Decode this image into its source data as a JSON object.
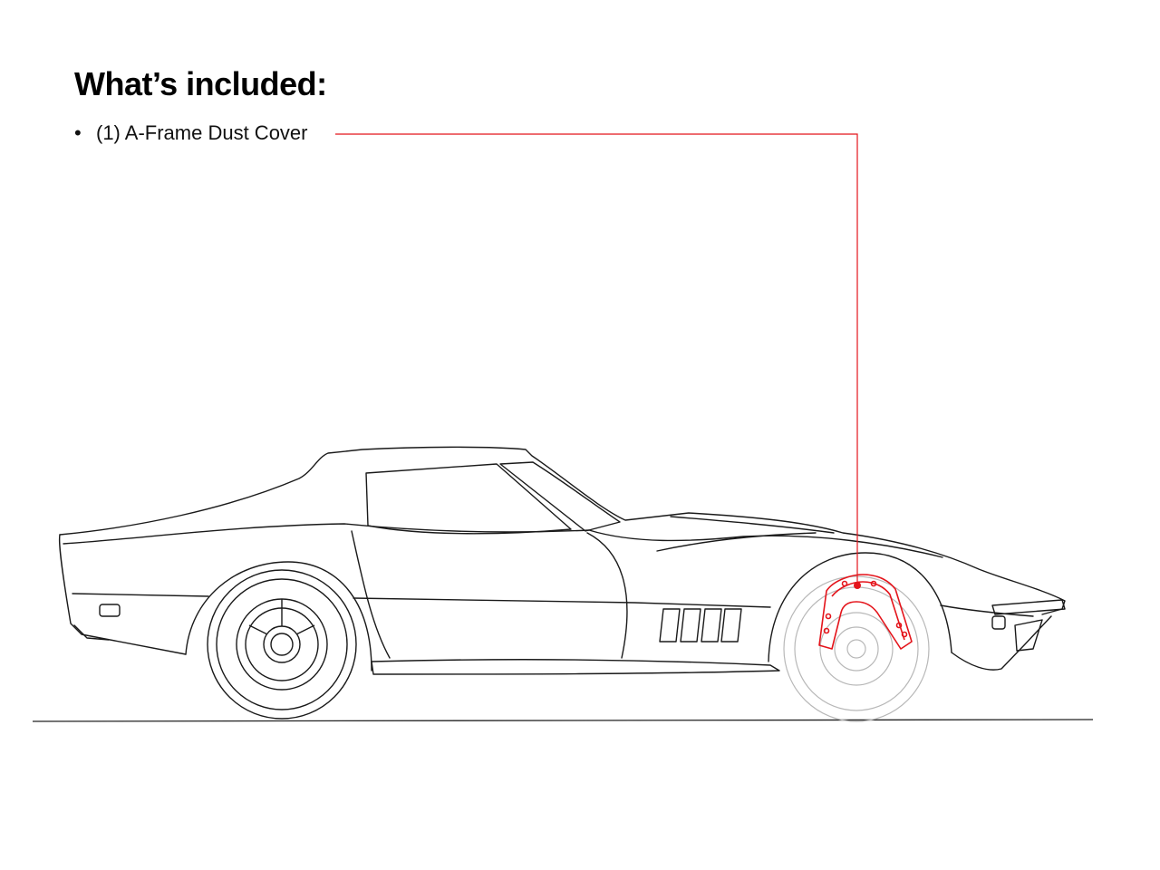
{
  "heading": "What’s included:",
  "included_items": [
    {
      "bullet": "•",
      "label": "(1) A-Frame Dust Cover"
    }
  ],
  "illustration": {
    "subject": "car side-view line drawing",
    "highlighted_part": "A-Frame Dust Cover",
    "callout_color": "#e4141b",
    "line_color": "#1a1a1a"
  }
}
